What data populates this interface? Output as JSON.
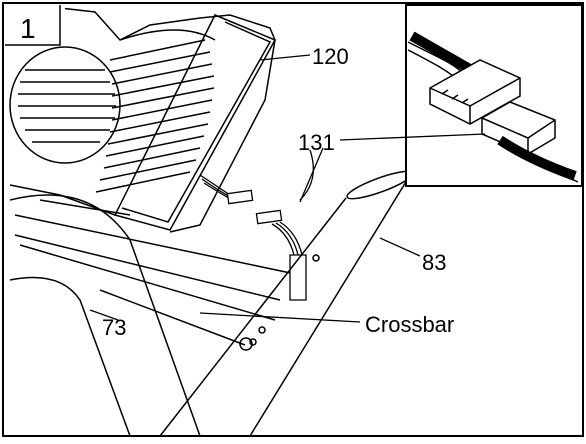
{
  "step_number": "1",
  "callouts": {
    "part_120": "120",
    "part_131": "131",
    "part_83": "83",
    "part_73": "73",
    "crossbar": "Crossbar"
  }
}
